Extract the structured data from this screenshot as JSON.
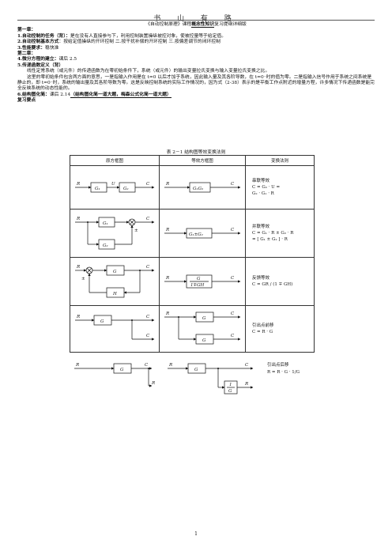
{
  "header": {
    "title": "书 山 有 路"
  },
  "doc": {
    "subtitle_pre": "《自动控制原理》课程",
    "subtitle_bold": "概念性知识",
    "subtitle_post": "复习提纲详细版",
    "ch1": "第一章：",
    "l1_label": "1.自动控制的任务（背）：",
    "l1_text": "是在没有人直接参与下，利用控制装置操纵被控对象，使被控量等于给定值。",
    "l2_label": "2.自动控制基本方式",
    "l2_text": "：按给定值操纵的开环控制     二.按干扰补偿的开环控制     三.按偏差调节的闭环控制",
    "l3_label": "3.性能要求：",
    "l3_text": "稳快准",
    "ch2": "第二章：",
    "l4_label": "4.微分方程的建立：",
    "l4_text": "课后 2.5",
    "l5_label": "5.传递函数定义（背）",
    "p1": "线性定常系统（或元件）的传递函数为在零初始条件下，系统（或元件）的输出变量拉氏变换与输入变量拉氏变换之比。",
    "p2": "这里的零初始条件包含两方面的意思，一是指输入作用是在 t=0 以后才加于系统，因此输入量及其各阶导数，在 t=0⁻时的值为零。二是指输入信号作用于系统之间系统是静止的，即 t=0⁻时，系统的输出量及其各阶导数为零。这是反映控制系统的实际工作情况的，因为式（2-38）表示的是平衡工作点附近的增量方程，许多情况下传递函数是能完全反映系统的动态性能的。",
    "l6_label": "6.结构图化简：",
    "l6_text": "课后 2.14",
    "l6_bold": "（结构图化简一道大题，梅森公式化简一道大题）",
    "review": "复习要点"
  },
  "table": {
    "caption": "表 2－1    结构图等效变换法则",
    "headers": [
      "原方框图",
      "等效方框图",
      "变换法则"
    ],
    "rows": [
      {
        "rule": [
          "串联等效",
          "C = G₂ · U =",
          "G₂ · G₁ · R"
        ]
      },
      {
        "rule": [
          "并联等效",
          "C = G₁ · R ± G₂ · R",
          "= [ G₁ ± G₂ ] · R"
        ]
      },
      {
        "rule": [
          "反馈等效",
          "C = GR / (1 ∓ GH)"
        ]
      },
      {
        "rule": [
          "引出点前移",
          "C = R · G"
        ]
      }
    ],
    "extra_rule": [
      "引出点后移",
      "R = R · G · 1/G"
    ]
  },
  "page": {
    "number": "1"
  }
}
